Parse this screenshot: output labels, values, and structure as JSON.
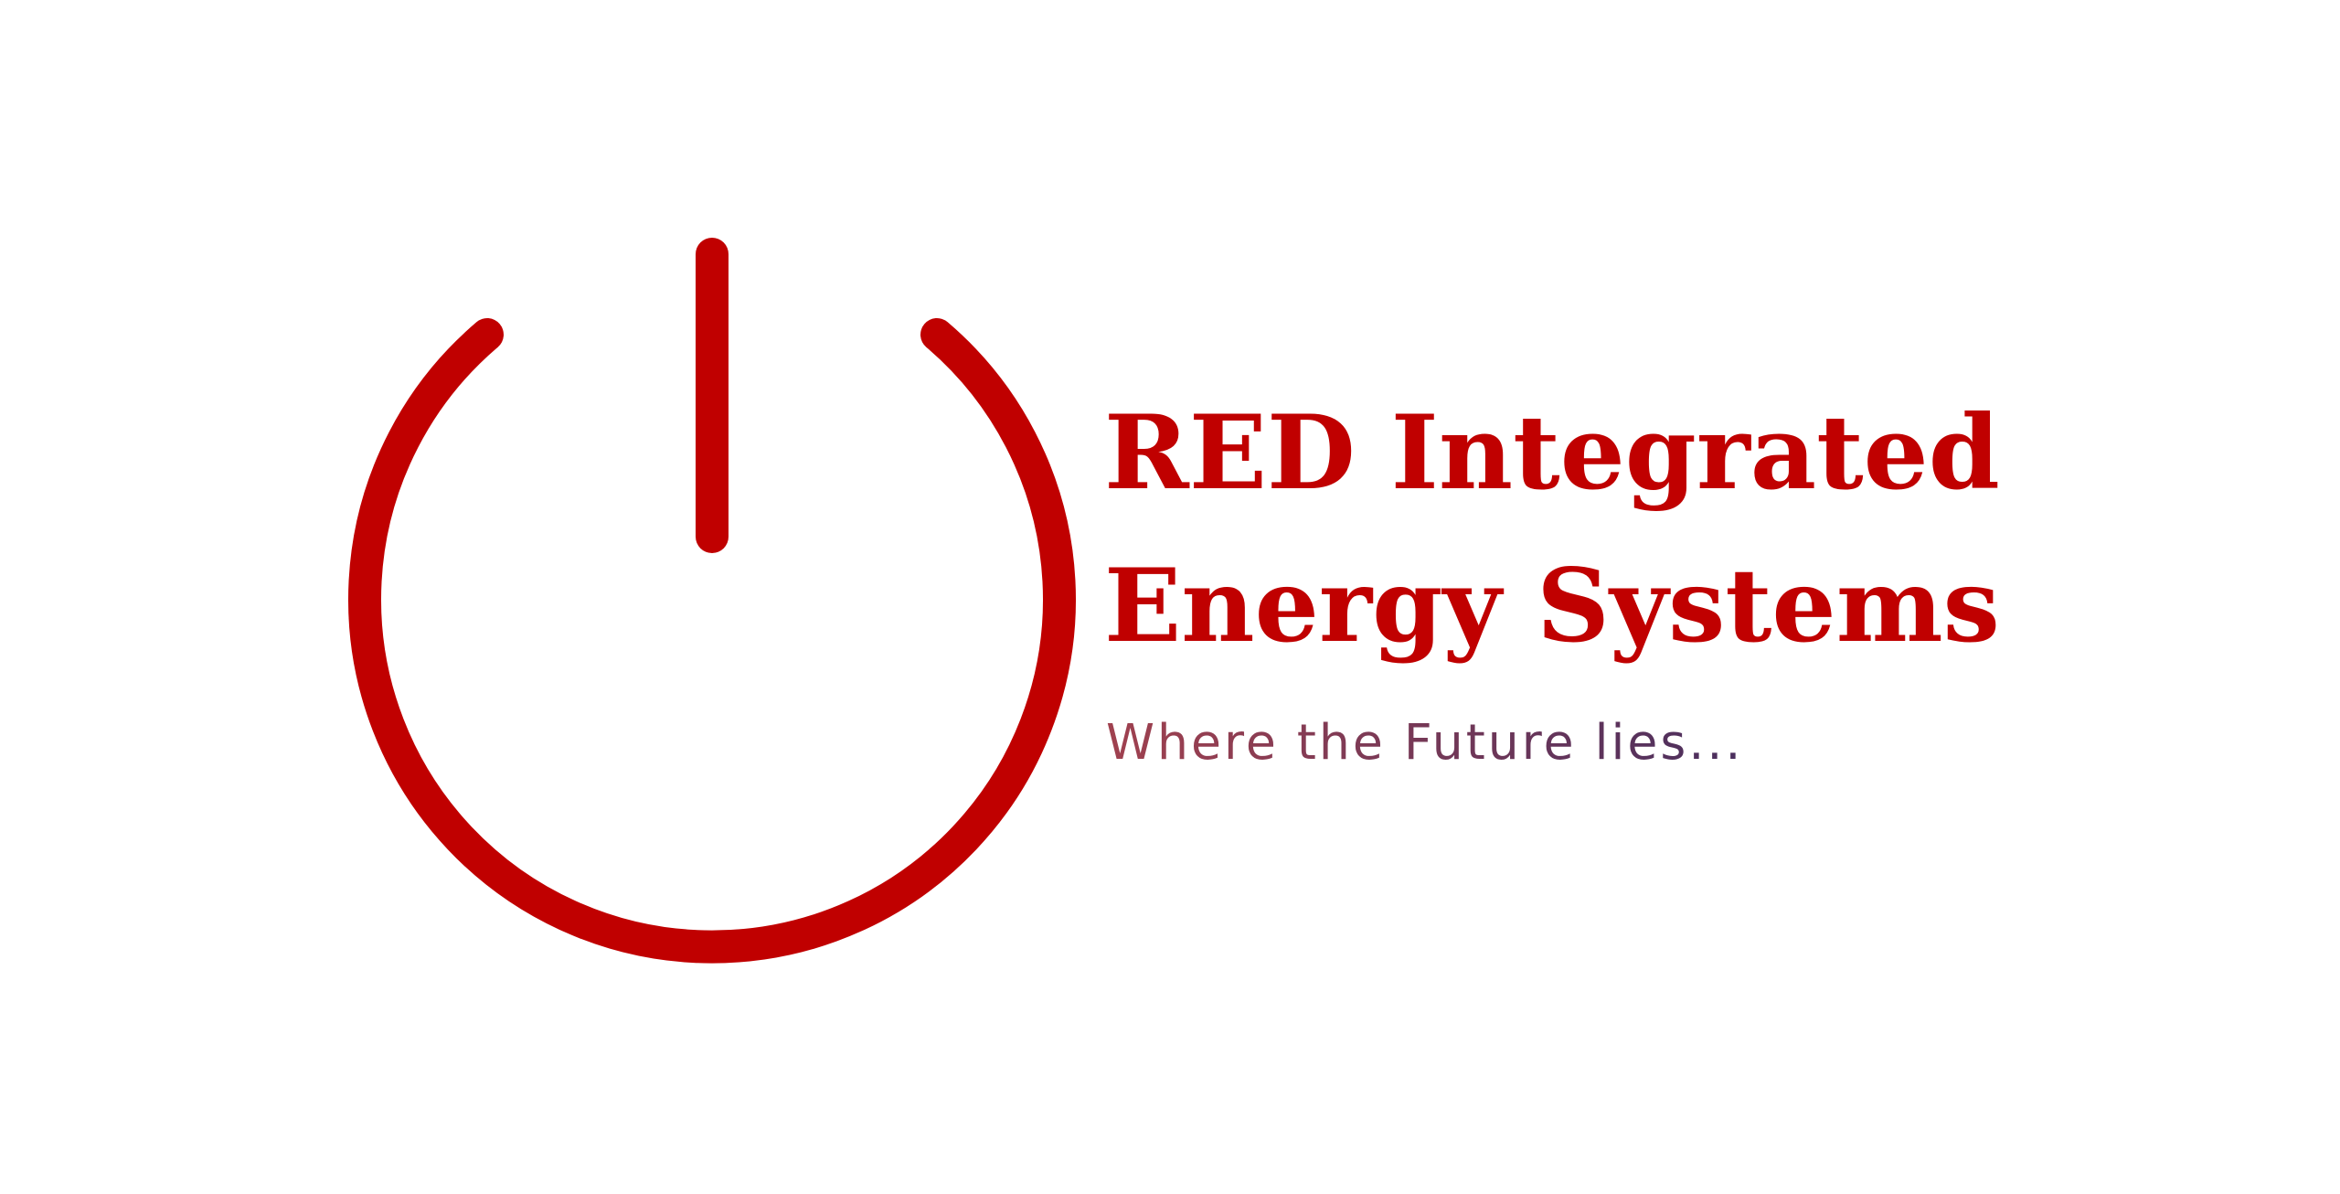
{
  "brand": {
    "line1": "RED Integrated",
    "line2": "Energy Systems",
    "tagline": "Where the Future lies...",
    "icon": "power-icon"
  },
  "colors": {
    "brand_red": "#c00000",
    "tagline_start": "#a0414f",
    "tagline_end": "#4a2f5e",
    "background": "#ffffff"
  }
}
